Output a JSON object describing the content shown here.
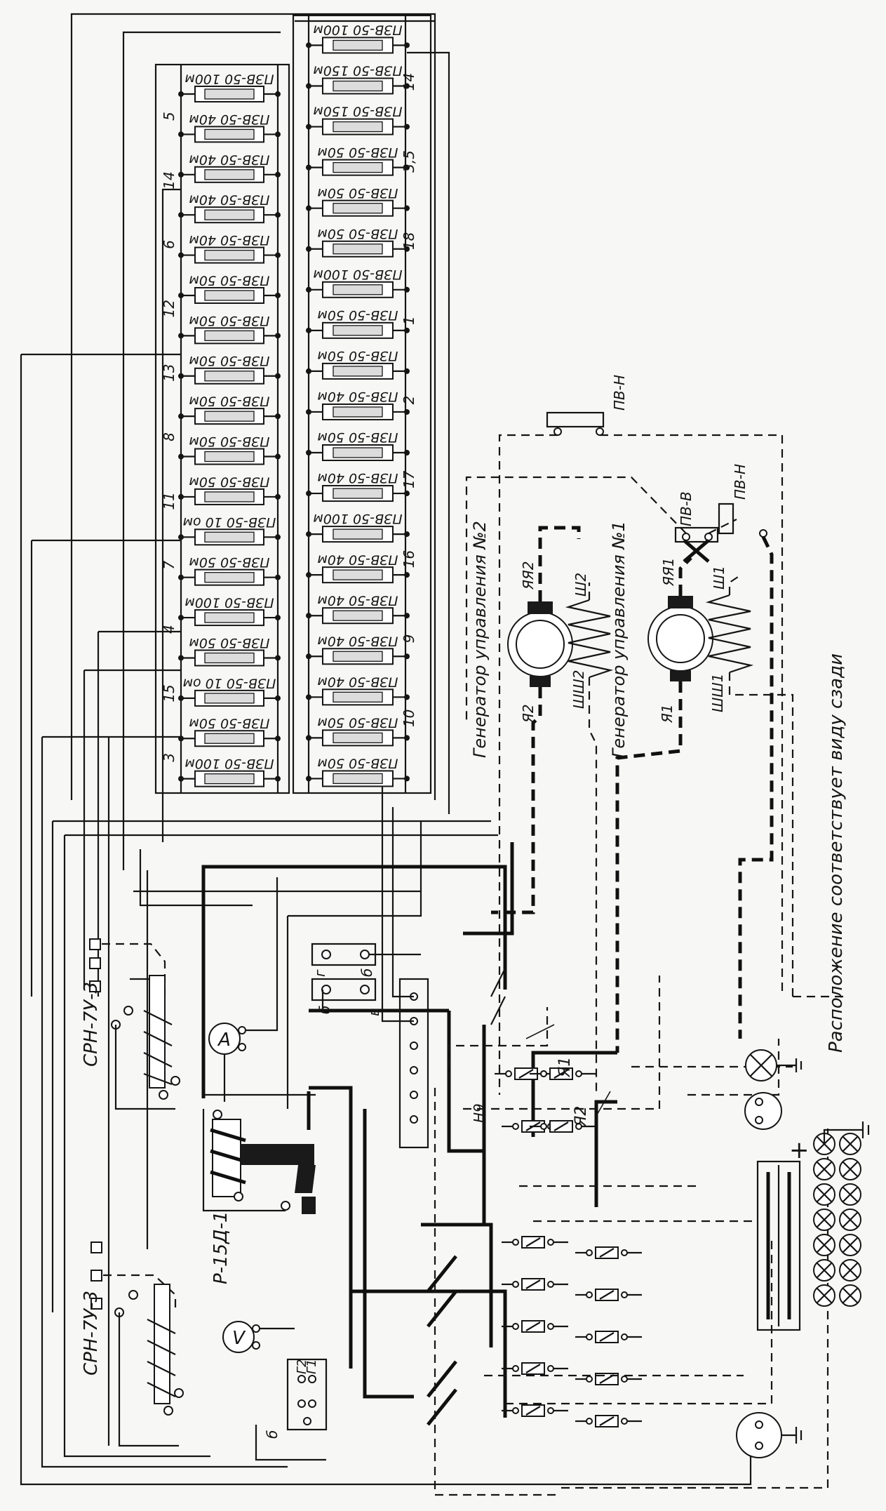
{
  "resistors_left": [
    "ПЗВ-50 100м",
    "ПЗВ-50 40м",
    "ПЗВ-50 40м",
    "ПЗВ-50 40м",
    "ПЗВ-50 40м",
    "ПЗВ-50 50м",
    "ПЗВ-50 50м",
    "ПЗВ-50 50м",
    "ПЗВ-50 50м",
    "ПЗВ-50 50м",
    "ПЗВ-50 50м",
    "ПЗВ-50 10 ом",
    "ПЗВ-50 50м",
    "ПЗВ-50 100м",
    "ПЗВ-50 50м",
    "ПЗВ-50 10 ом",
    "ПЗВ-50 50м",
    "ПЗВ-50 100м"
  ],
  "resistors_right": [
    "ПЗВ-50 100м",
    "ПЗВ-50 150м",
    "ПЗВ-50 150м",
    "ПЗВ-50 50м",
    "ПЗВ-50 50м",
    "ПЗВ-50 50м",
    "ПЗВ-50 100м",
    "ПЗВ-50 50м",
    "ПЗВ-50 50м",
    "ПЗВ-50 40м",
    "ПЗВ-50 50м",
    "ПЗВ-50 40м",
    "ПЗВ-50 100м",
    "ПЗВ-50 40м",
    "ПЗВ-50 40м",
    "ПЗВ-50 40м",
    "ПЗВ-50 40м",
    "ПЗВ-50 50м",
    "ПЗВ-50 50м"
  ],
  "node_labels_left": [
    "3",
    "15",
    "4",
    "7",
    "11",
    "8",
    "13",
    "12",
    "6",
    "14",
    "5"
  ],
  "node_labels_right": [
    "10",
    "9",
    "16",
    "17",
    "2",
    "1",
    "18",
    "3,5",
    "14"
  ],
  "relays": [
    "СРН-7У-3",
    "СРН-7У-3"
  ],
  "regulator": "Р-15Д-1",
  "switches": {
    "pv_n_top": "ПВ-Н",
    "pv_n_right": "ПВ-Н",
    "pv_v": "ПВ-В"
  },
  "generator_2": {
    "caption": "Генератор управления №2",
    "yya": "ЯЯ2",
    "ya": "Я2",
    "sh": "Ш2",
    "shsh": "ШШ2"
  },
  "generator_1": {
    "caption": "Генератор управления №1",
    "yya": "ЯЯ1",
    "ya": "Я1",
    "sh": "Ш1",
    "shsh": "ШШ1"
  },
  "meters": {
    "ammeter": "А",
    "voltmeter": "V"
  },
  "panel_terminals": {
    "g": "г",
    "b": "б",
    "v": "в",
    "g_lower": "б",
    "v_lower": "в"
  },
  "fuse_labels": [
    "Я1",
    "Я2",
    "Н9"
  ],
  "voltmeter_terminals": [
    "Г2",
    "Г1",
    "б"
  ],
  "battery_polarity": "+",
  "footnote": "Расположение соответствует виду сзади"
}
